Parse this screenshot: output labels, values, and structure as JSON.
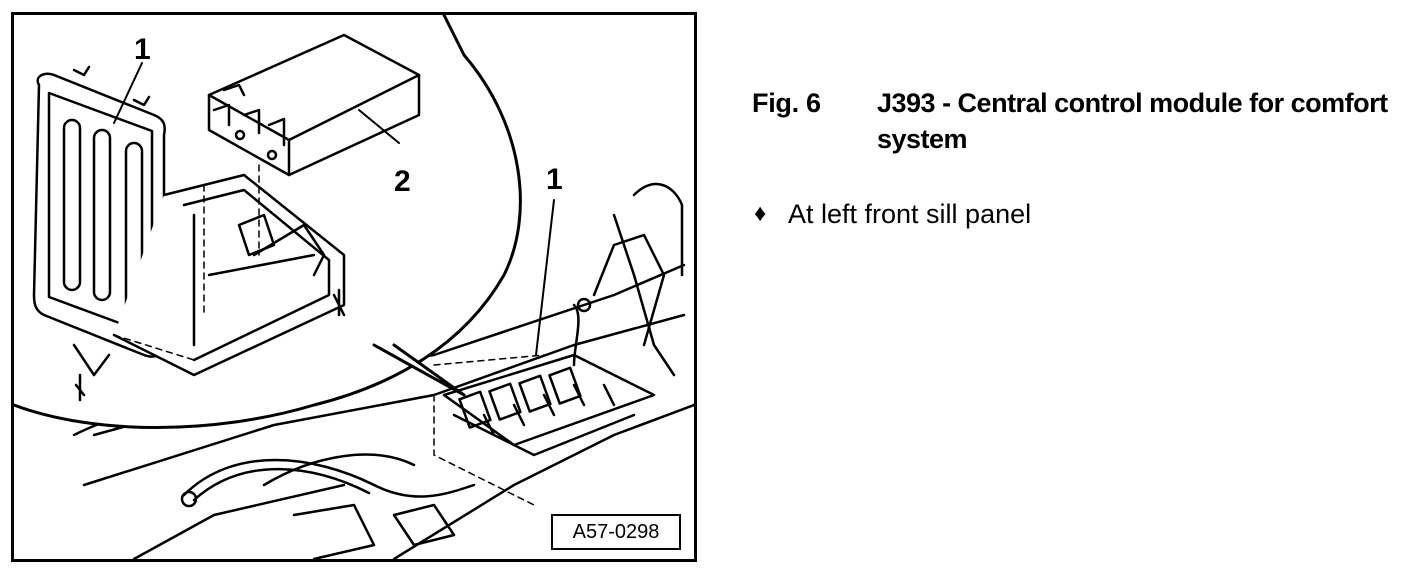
{
  "figure": {
    "reference": "A57-0298",
    "callouts": [
      "1",
      "2",
      "1"
    ]
  },
  "caption": {
    "label": "Fig. 6",
    "title": "J393 - Central control module for comfort system"
  },
  "notes": [
    {
      "bullet": "♦",
      "text": "At left front sill panel"
    }
  ]
}
